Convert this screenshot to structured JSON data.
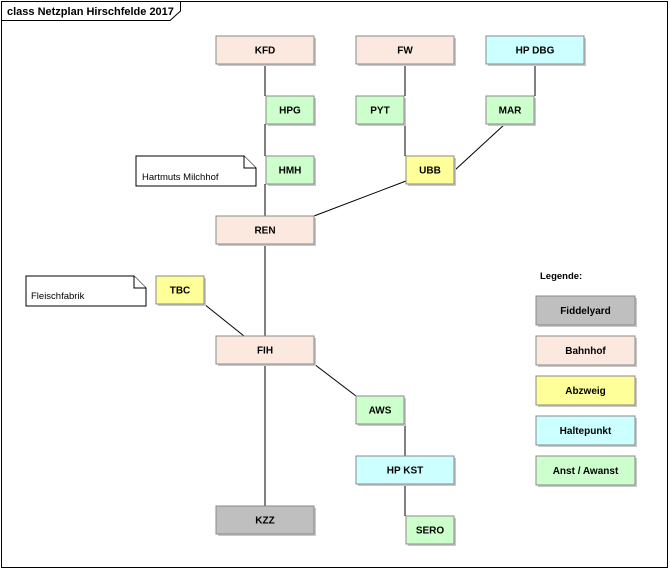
{
  "diagram": {
    "title": "class Netzplan Hirschfelde 2017"
  },
  "colors": {
    "fiddelyard": "#bfbfbf",
    "bahnhof": "#fbe9df",
    "abzweig": "#ffff99",
    "haltepunkt": "#ccffff",
    "anst": "#ccffcc"
  },
  "nodes": [
    {
      "id": "KFD",
      "label": "KFD",
      "type": "bahnhof"
    },
    {
      "id": "FW",
      "label": "FW",
      "type": "bahnhof"
    },
    {
      "id": "HPDBG",
      "label": "HP DBG",
      "type": "haltepunkt"
    },
    {
      "id": "HPG",
      "label": "HPG",
      "type": "anst"
    },
    {
      "id": "PYT",
      "label": "PYT",
      "type": "anst"
    },
    {
      "id": "MAR",
      "label": "MAR",
      "type": "anst"
    },
    {
      "id": "HMH",
      "label": "HMH",
      "type": "anst"
    },
    {
      "id": "UBB",
      "label": "UBB",
      "type": "abzweig"
    },
    {
      "id": "REN",
      "label": "REN",
      "type": "bahnhof"
    },
    {
      "id": "TBC",
      "label": "TBC",
      "type": "abzweig"
    },
    {
      "id": "FIH",
      "label": "FIH",
      "type": "bahnhof"
    },
    {
      "id": "AWS",
      "label": "AWS",
      "type": "anst"
    },
    {
      "id": "HPKST",
      "label": "HP KST",
      "type": "haltepunkt"
    },
    {
      "id": "KZZ",
      "label": "KZZ",
      "type": "fiddelyard"
    },
    {
      "id": "SERO",
      "label": "SERO",
      "type": "anst"
    }
  ],
  "edges": [
    [
      "KFD",
      "HPG"
    ],
    [
      "HPG",
      "HMH"
    ],
    [
      "HMH",
      "REN"
    ],
    [
      "REN",
      "FIH"
    ],
    [
      "FIH",
      "KZZ"
    ],
    [
      "FW",
      "PYT"
    ],
    [
      "PYT",
      "UBB"
    ],
    [
      "HPDBG",
      "MAR"
    ],
    [
      "MAR",
      "UBB"
    ],
    [
      "UBB",
      "REN"
    ],
    [
      "TBC",
      "FIH"
    ],
    [
      "FIH",
      "AWS"
    ],
    [
      "AWS",
      "HPKST"
    ],
    [
      "HPKST",
      "SERO"
    ]
  ],
  "notes": [
    {
      "id": "note-milchhof",
      "text": "Hartmuts Milchhof"
    },
    {
      "id": "note-fleischfabrik",
      "text": "Fleischfabrik"
    }
  ],
  "legend": {
    "title": "Legende:",
    "items": [
      {
        "label": "Fiddelyard",
        "type": "fiddelyard"
      },
      {
        "label": "Bahnhof",
        "type": "bahnhof"
      },
      {
        "label": "Abzweig",
        "type": "abzweig"
      },
      {
        "label": "Haltepunkt",
        "type": "haltepunkt"
      },
      {
        "label": "Anst / Awanst",
        "type": "anst"
      }
    ]
  }
}
